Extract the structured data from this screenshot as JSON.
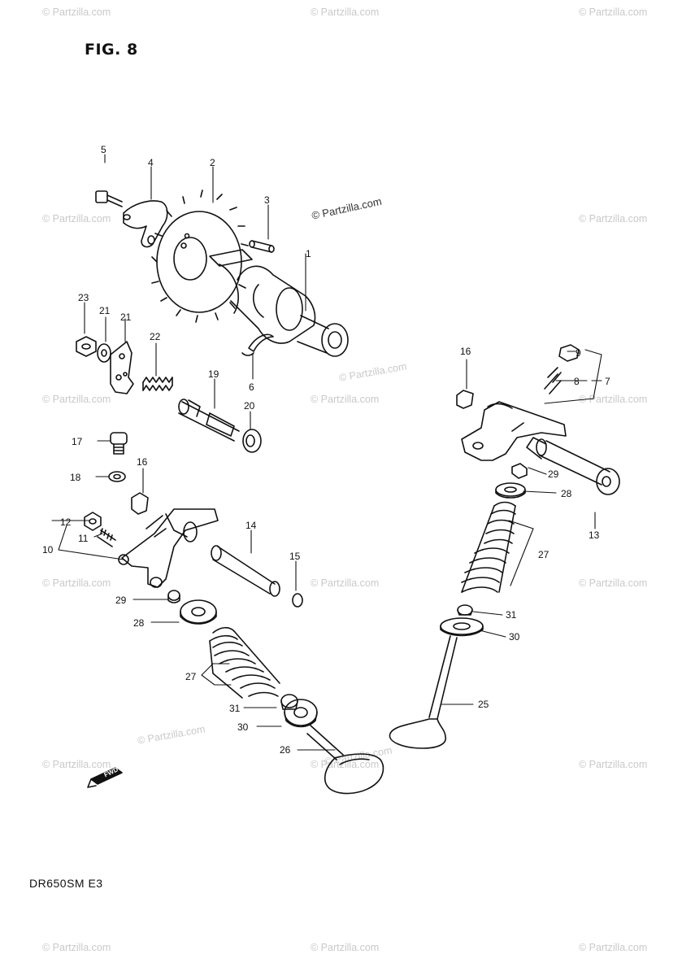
{
  "figure": {
    "title": "FIG. 8",
    "model": "DR650SM E3",
    "fwd_label": "FWD",
    "watermark": "© Partzilla.com"
  },
  "callouts": [
    "1",
    "2",
    "3",
    "4",
    "5",
    "6",
    "7",
    "8",
    "9",
    "10",
    "11",
    "12",
    "13",
    "14",
    "15",
    "16",
    "16",
    "17",
    "18",
    "19",
    "20",
    "21",
    "21",
    "22",
    "23",
    "25",
    "26",
    "27",
    "27",
    "28",
    "28",
    "29",
    "29",
    "30",
    "30",
    "31",
    "31"
  ]
}
